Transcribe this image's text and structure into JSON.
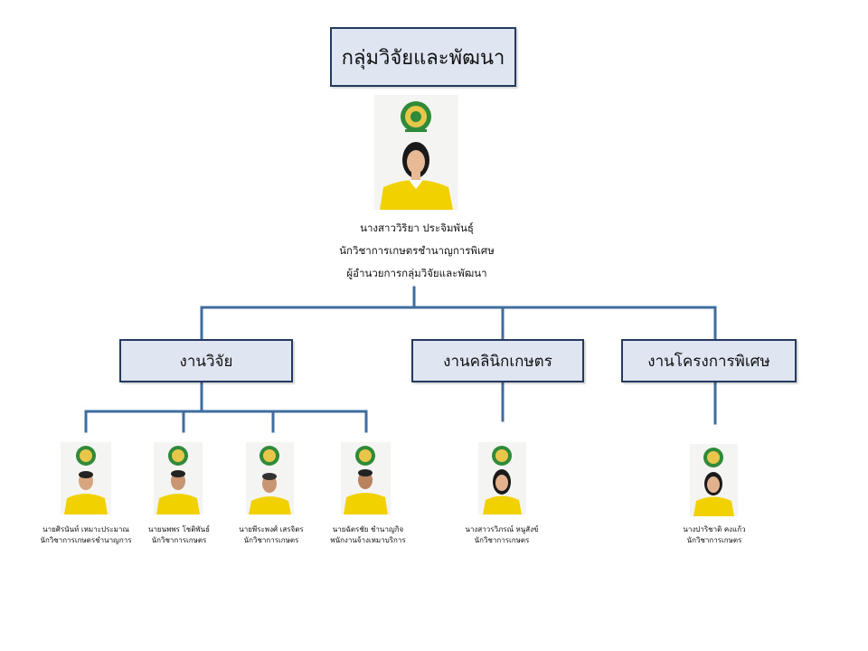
{
  "title": "กลุ่มวิจัยและพัฒนา",
  "head": {
    "name": "นางสาววิริยา ประจิมพันธุ์",
    "position": "นักวิชาการเกษตรชำนาญการพิเศษ",
    "role": "ผู้อำนวยการกลุ่มวิจัยและพัฒนา"
  },
  "sections": [
    {
      "label": "งานวิจัย"
    },
    {
      "label": "งานคลินิกเกษตร"
    },
    {
      "label": "งานโครงการพิเศษ"
    }
  ],
  "staff": [
    {
      "name": "นายศิรนันท์ เหมาะประมาณ",
      "position": "นักวิชาการเกษตรชำนาญการ"
    },
    {
      "name": "นายนพพร โชติพันธ์",
      "position": "นักวิชาการเกษตร"
    },
    {
      "name": "นายพีระพงศ์ เสรจิตร",
      "position": "นักวิชาการเกษตร"
    },
    {
      "name": "นายฉัตรชัย ชำนาญกิจ",
      "position": "พนักงานจ้างเหมาบริการ"
    },
    {
      "name": "นางสาวรวิภรณ์ หนูสังข์",
      "position": "นักวิชาการเกษตร"
    },
    {
      "name": "นางปาริชาติ คงแก้ว",
      "position": "นักวิชาการเกษตร"
    }
  ],
  "colors": {
    "box_fill": "#dfe6f2",
    "box_border": "#243a5e",
    "connector": "#3f6e9e",
    "shirt": "#f2d100",
    "emblem": "#2f8a3a"
  }
}
